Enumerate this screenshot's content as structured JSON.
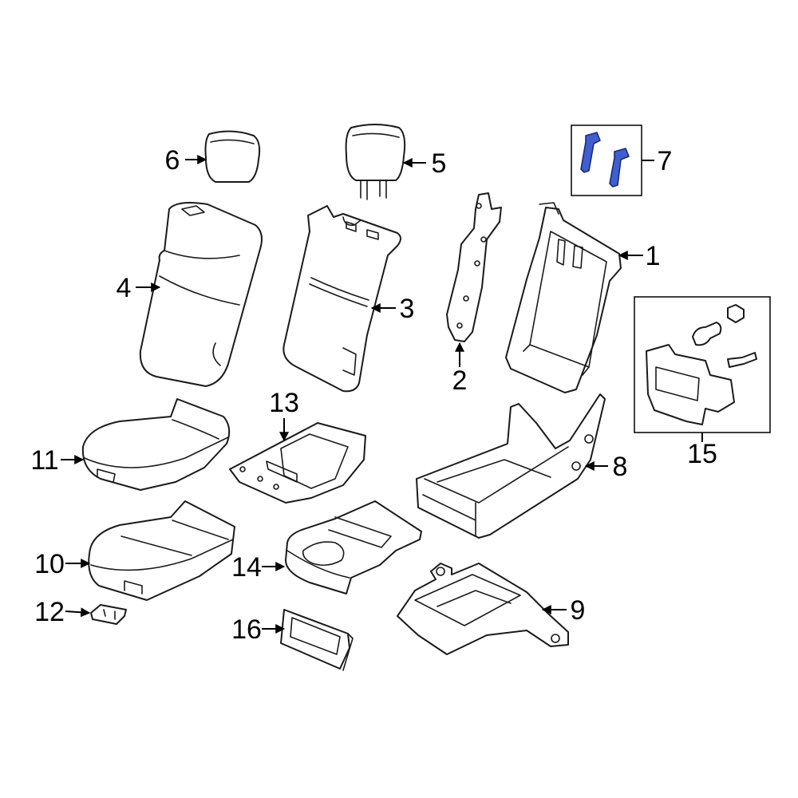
{
  "callouts": {
    "c1": "1",
    "c2": "2",
    "c3": "3",
    "c4": "4",
    "c5": "5",
    "c6": "6",
    "c7": "7",
    "c8": "8",
    "c9": "9",
    "c10": "10",
    "c11": "11",
    "c12": "12",
    "c13": "13",
    "c14": "14",
    "c15": "15",
    "c16": "16"
  },
  "colors": {
    "highlight": "#3f5fd0",
    "line": "#1a1a1a",
    "background": "#ffffff"
  }
}
